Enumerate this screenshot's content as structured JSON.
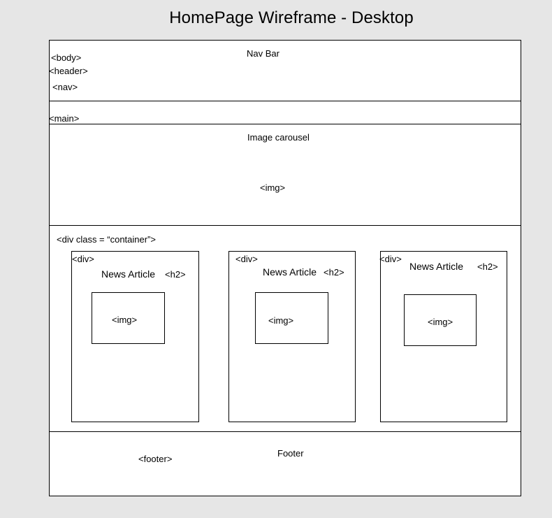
{
  "title": "HomePage Wireframe - Desktop",
  "header": {
    "nav_title": "Nav Bar",
    "body_tag": "<body>",
    "header_tag": "<header>",
    "nav_tag": "<nav>"
  },
  "main": {
    "main_tag": "<main>"
  },
  "carousel": {
    "title": "Image carousel",
    "img_tag": "<img>"
  },
  "container": {
    "label": "<div class = “container”>",
    "articles": [
      {
        "div_tag": "<div>",
        "title": "News Article",
        "h2_tag": "<h2>",
        "img_tag": "<img>"
      },
      {
        "div_tag": "<div>",
        "title": "News Article",
        "h2_tag": "<h2>",
        "img_tag": "<img>"
      },
      {
        "div_tag": "<div>",
        "title": "News Article",
        "h2_tag": "<h2>",
        "img_tag": "<img>"
      }
    ]
  },
  "footer": {
    "title": "Footer",
    "footer_tag": "<footer>"
  }
}
